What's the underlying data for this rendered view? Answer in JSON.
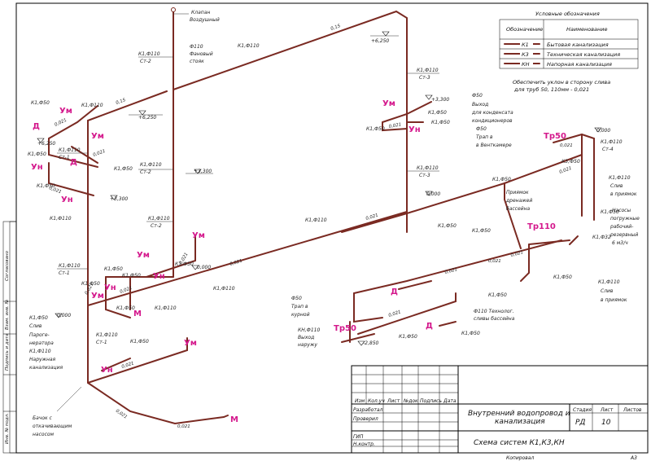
{
  "legend": {
    "title": "Условные обозначения",
    "col_symbol": "Обозначение",
    "col_name": "Наименование",
    "rows": [
      {
        "code": "К1",
        "name": "Бытовая канализация"
      },
      {
        "code": "К3",
        "name": "Техническая канализация"
      },
      {
        "code": "КН",
        "name": "Напорная канализация"
      }
    ]
  },
  "note": {
    "line1": "Обеспечить уклон в сторону слива",
    "line2": "для труб 50, 110мм - 0,021"
  },
  "colors": {
    "pipe": "#7a2a22",
    "fixture_label": "#d4188c"
  },
  "labels": {
    "klapan": "Клапан",
    "vozdushny": "Воздушный",
    "d110_fan": "Ф110",
    "fanovy": "Фановый",
    "stoyak": "стояк",
    "k1_110_st2_top_a": "К1,Ф110",
    "k1_110_st2_top_b": "Ст-2",
    "k1_110_top_right": "К1,Ф110",
    "k1_110_st3_a": "К1,Ф110",
    "k1_110_st3_b": "Ст-3",
    "k1_110_st3_mid_a": "К1,Ф110",
    "k1_110_st3_mid_b": "Ст-3",
    "k1_110_st2_mid_a": "К1,Ф110",
    "k1_110_st2_mid_b": "Ст-2",
    "k1_110_st2_low_a": "К1,Ф110",
    "k1_110_st2_low_b": "Ст-2",
    "k1_110_st1_a": "К1,Ф110",
    "k1_110_st1_b": "Ст-1",
    "k1_110_st1_low_a": "К1,Ф110",
    "k1_110_st1_low_b": "Ст-1",
    "k1_110_st1_mid_a": "К1,Ф110",
    "k1_110_st1_mid_b": "Ст-1",
    "k1_110_main": "К1,Ф110",
    "k1_110_main2": "К1,Ф110",
    "k1_110_left": "К1,Ф110",
    "k1_110_left2": "К1,Ф110",
    "k1_110_left3": "К1,Ф110",
    "k1_50_a": "К1,Ф50",
    "k1_50_b": "К1,Ф50",
    "k1_50_c": "К1,Ф50",
    "k1_50_d": "К1,Ф50",
    "k1_50_e": "К1,Ф50",
    "k1_50_f": "К1,Ф50",
    "k1_50_g": "К1,Ф50",
    "k1_50_h": "К1,Ф50",
    "k1_50_i": "К1,Ф50",
    "k1_50_j": "К1,Ф50",
    "k1_50_k": "К1,Ф50",
    "k1_50_l": "К1,Ф50",
    "k1_50_m": "К1,Ф50",
    "k1_50_n": "К1,Ф50",
    "k1_50_o": "К1,Ф50",
    "k1_50_p": "К1,Ф50",
    "k1_50_q": "К1,Ф50",
    "k1_50_r": "К1,Ф50",
    "k1_50_s": "К1,Ф50",
    "k1_50_t": "К1,Ф50",
    "k1_50_u": "К1,Ф50",
    "k3_50": "К3,Ф50",
    "kn_110": "КН,Ф110",
    "kn_110_b": "Выход",
    "kn_110_c": "наружу",
    "k1_110_st4_a": "К1,Ф110",
    "k1_110_st4_b": "Ст-4",
    "k1_d32": "К1,Ф32",
    "d50_out": "Ф50",
    "vyhod": "Выход",
    "dlya_kond": "для конденсата",
    "kondicioner": "кондиционеров",
    "d50_trap": "Ф50",
    "trap_v": "Трап в",
    "ventkamera": "в Венткамере",
    "priyamok": "Приямок",
    "drenazh": "дренажей",
    "basseina": "бассейна",
    "k1_110_sliv": "К1,Ф110",
    "sliv_v": "Слив",
    "v_priyamok": "в приямок",
    "nasosy": "Насосы",
    "pogruzhnye": "погружные",
    "rabochiy": "рабочий-",
    "rezervny": "резервный",
    "flow": "6 м3/ч",
    "k1_110_sliv2": "К1,Ф110",
    "sliv2": "Слив",
    "v_priyamok2": "в приямок",
    "d110_tech": "Ф110 Технолог.",
    "slivy_bass": "сливы бассейна",
    "d50_trap2": "Ф50",
    "trap_v2": "Трап в",
    "kurnoy": "курной",
    "k1_50_sliv": "К1,Ф50",
    "sliv_left": "Слив",
    "paroge": "Пароге-",
    "nerator": "нератора",
    "k1_110_nar": "К1,Ф110",
    "naruzh": "Наружная",
    "kanaliz": "канализация",
    "bachok": "Бачок с",
    "otkach": "откачивающим",
    "nasosom": "насосом"
  },
  "elevations": [
    "+6,250",
    "+6,250",
    "+6,250",
    "+3,300",
    "+3,300",
    "+3,300",
    "0,000",
    "0,000",
    "0,000",
    "0,000",
    "-2,850"
  ],
  "slopes": [
    "0,15",
    "0,15",
    "0,021",
    "0,021",
    "0,021",
    "0,021",
    "0,021",
    "0,021",
    "0,021",
    "0,021",
    "0,021",
    "0,021",
    "0,021",
    "0,021",
    "0,021",
    "0,021",
    "0,021",
    "0,021",
    "0,021",
    "0,021"
  ],
  "fixtures": {
    "um": "Ум",
    "un": "Ун",
    "d": "Д",
    "m": "М",
    "tr50": "Тр50",
    "tr110": "Тр110"
  },
  "side_stamp": {
    "soglasovano": "Согласовано",
    "vzam_inv": "Взам. инв. №",
    "podp_data": "Подпись и дата",
    "inv_podl": "Инв. № подл."
  },
  "title_block": {
    "col_izm": "Изм",
    "col_kol": "Кол.уч",
    "col_list": "Лист",
    "col_ndok": "№док",
    "col_podp": "Подпись",
    "col_data": "Дата",
    "razrabotal": "Разработал",
    "proveril": "Проверил",
    "gip": "ГИП",
    "nkontr": "Н.контр.",
    "project_title": "Внутренний водопровод и канализация",
    "sheet_title": "Схема систем К1,К3,КН",
    "stadiya_h": "Стадия",
    "list_h": "Лист",
    "listov_h": "Листов",
    "stadiya": "РД",
    "list": "10",
    "kopiroval": "Копировал",
    "format": "А3"
  }
}
